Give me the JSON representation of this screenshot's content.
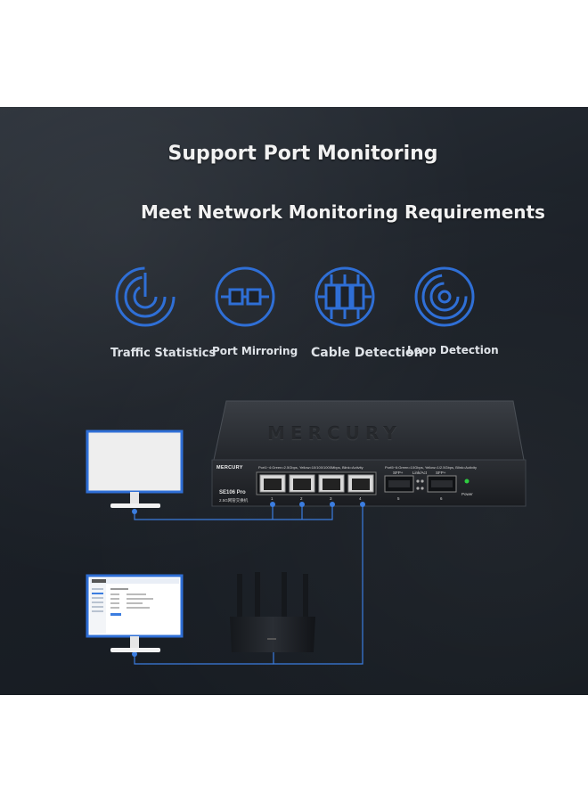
{
  "headline": "Support Port Monitoring",
  "subheadline": "Meet Network Monitoring Requirements",
  "features": [
    {
      "label": "Traffic Statistics",
      "icon": "traffic-statistics-icon"
    },
    {
      "label": "Port Mirroring",
      "icon": "port-mirroring-icon"
    },
    {
      "label": "Cable Detection",
      "icon": "cable-detection-icon"
    },
    {
      "label": "Loop Detection",
      "icon": "loop-detection-icon"
    }
  ],
  "switch": {
    "brand": "MERCURY",
    "model": "SE106 Pro",
    "subtitle": "2.5G网管交换机",
    "legend_rj45": "Port1~4:Green=2.5Gbps, Yellow=10/100/1000Mbps, Blink=Activity",
    "legend_sfp": "Port5~6:Green=10Gbps, Yellow=1/2.5Gbps, Blink=Activity",
    "port_numbers": [
      "1",
      "2",
      "3",
      "4",
      "5",
      "6"
    ],
    "sfp_label": "SFP+",
    "link_act_label": "Link/Act",
    "power_label": "Power"
  },
  "colors": {
    "accent": "#2f6fd6",
    "background": "#1d2229",
    "text": "#f2f2f2",
    "link_line": "#3b7de0"
  }
}
